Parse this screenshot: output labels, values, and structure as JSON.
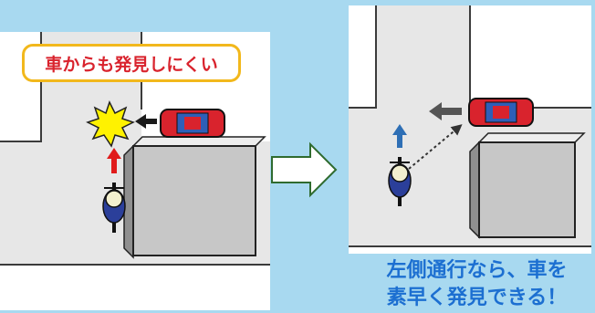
{
  "left_scene": {
    "callout_text": "車からも発見しにくい"
  },
  "right_scene": {
    "result_line1": "左側通行なら、車を",
    "result_line2": "素早く発見できる！"
  },
  "colors": {
    "background": "#a8d9f0",
    "road": "#e7e7e7",
    "road_edge": "#3b3b3b",
    "building": "#c7c7c7",
    "car_body": "#d9232d",
    "car_window": "#2e5fb8",
    "bike_arrow_left": "#e01b1b",
    "bike_arrow_right": "#2e6fb5",
    "car_arrow": "#555555",
    "transition_arrow": "#2f6b2f",
    "callout_border": "#f2b81c",
    "callout_text": "#d9232d",
    "result_text": "#1c6fd1",
    "impact_burst": "#fff200"
  }
}
